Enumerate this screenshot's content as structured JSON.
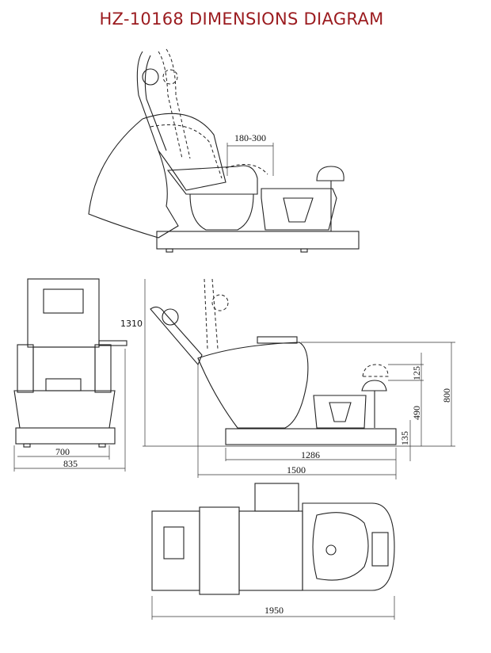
{
  "title": "HZ-10168 DIMENSIONS DIAGRAM",
  "title_color": "#9b1b1f",
  "dimensions": {
    "footrest_range": "180-300",
    "overall_height": "1310",
    "bowl_height": "800",
    "footrest_adjust": "125",
    "footrest_height": "490",
    "base_height": "135",
    "base_length": "1286",
    "side_length": "1500",
    "front_width_inner": "700",
    "front_width_outer": "835",
    "top_length": "1950"
  }
}
